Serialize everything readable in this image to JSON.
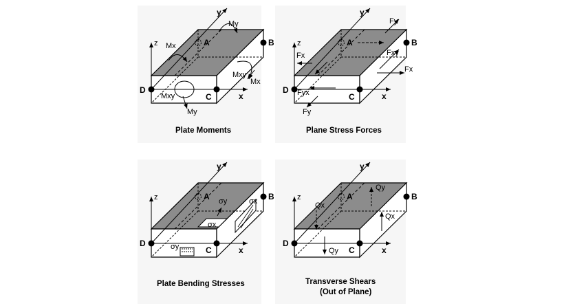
{
  "panels": [
    {
      "caption_lines": [
        "Plate Moments"
      ],
      "labels": {
        "z": "z",
        "y": "y",
        "x": "x",
        "A": "A",
        "B": "B",
        "C": "C",
        "D": "D",
        "mx_top": "Mx",
        "my_top": "My",
        "mxy_right": "Mxy",
        "mx_right": "Mx",
        "mxy_front": "Mxy",
        "my_bottom": "My"
      }
    },
    {
      "caption_lines": [
        "Plane Stress Forces"
      ],
      "labels": {
        "z": "z",
        "y": "y",
        "x": "x",
        "A": "A",
        "B": "B",
        "C": "C",
        "D": "D",
        "fy_top": "Fy",
        "fx_left": "Fx",
        "fxy": "Fxy",
        "fx_right": "Fx",
        "fyx": "Fyx",
        "fy_bottom": "Fy"
      }
    },
    {
      "caption_lines": [
        "Plate Bending Stresses"
      ],
      "labels": {
        "z": "z",
        "y": "y",
        "x": "x",
        "A": "A",
        "B": "B",
        "C": "C",
        "D": "D",
        "sigma_y_top": "σy",
        "sigma_x_right": "σx",
        "tau_xy": "σx",
        "sigma_y_front": "σy"
      }
    },
    {
      "caption_lines": [
        "Transverse Shears",
        "(Out of Plane)"
      ],
      "labels": {
        "z": "z",
        "y": "y",
        "x": "x",
        "A": "A",
        "B": "B",
        "C": "C",
        "D": "D",
        "qy_top": "Qy",
        "qx_left": "Qx",
        "qx_right": "Qx",
        "qy_front": "Qy"
      }
    }
  ],
  "colors": {
    "top_face": "#8c8c8c",
    "line": "#000000",
    "panel_bg": "#f4f4f4"
  }
}
